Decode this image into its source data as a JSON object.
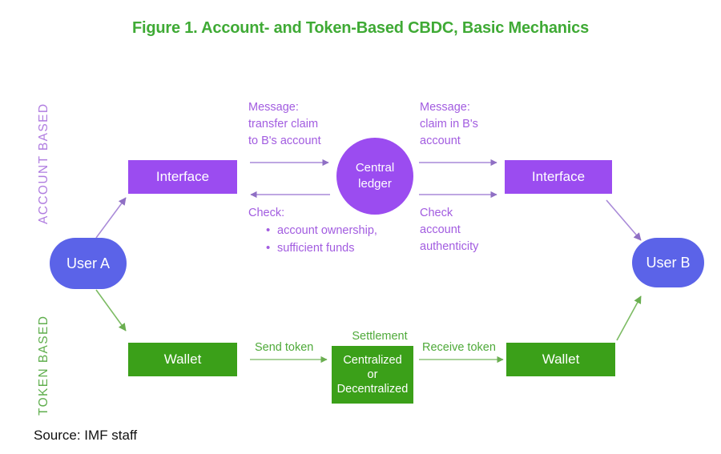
{
  "figure": {
    "title": "Figure 1. Account- and Token-Based CBDC, Basic Mechanics",
    "source": "Source: IMF staff",
    "title_color": "#3faa35"
  },
  "side_labels": {
    "account": "ACCOUNT BASED",
    "token": "TOKEN BASED",
    "account_color": "#b07de0",
    "token_color": "#5fae4d"
  },
  "nodes": {
    "user_a": "User A",
    "user_b": "User B",
    "interface_left": "Interface",
    "interface_right": "Interface",
    "central_ledger_line1": "Central",
    "central_ledger_line2": "ledger",
    "wallet_left": "Wallet",
    "wallet_right": "Wallet",
    "settlement_caption": "Settlement",
    "settlement_line1": "Centralized",
    "settlement_line2": "or",
    "settlement_line3": "Decentralized"
  },
  "annotations": {
    "message_left": "Message:\ntransfer claim\nto B's account",
    "message_right": "Message:\nclaim in B's\naccount",
    "check_left_header": "Check:",
    "check_left_bullets": [
      "account ownership,",
      "sufficient funds"
    ],
    "check_right": "Check\naccount\nauthenticity",
    "send_token": "Send token",
    "receive_token": "Receive token"
  },
  "colors": {
    "purple_fill": "#9b4cf0",
    "green_fill": "#3ba019",
    "user_fill": "#5b63e8",
    "purple_text": "#a25ce0",
    "green_text": "#4faa3a",
    "arrow_purple": "#a98ad8",
    "arrow_green": "#7cbb63"
  }
}
